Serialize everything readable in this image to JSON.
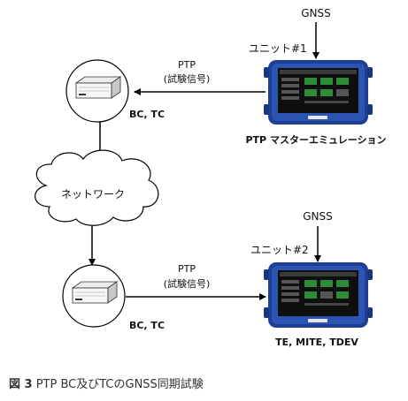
{
  "units": [
    {
      "gnss": "GNSS",
      "name": "ユニット#1",
      "caption": "PTP マスターエミュレーション"
    },
    {
      "gnss": "GNSS",
      "name": "ユニット#2",
      "caption": "TE, MITE, TDEV"
    }
  ],
  "links": [
    {
      "protocol": "PTP",
      "detail": "(試験信号)"
    },
    {
      "protocol": "PTP",
      "detail": "(試験信号)"
    }
  ],
  "servers": [
    {
      "label": "BC, TC"
    },
    {
      "label": "BC, TC"
    }
  ],
  "cloud": {
    "label": "ネットワーク"
  },
  "figure": {
    "number": "図 3",
    "title": "PTP BC及びTCのGNSS同期試験"
  }
}
